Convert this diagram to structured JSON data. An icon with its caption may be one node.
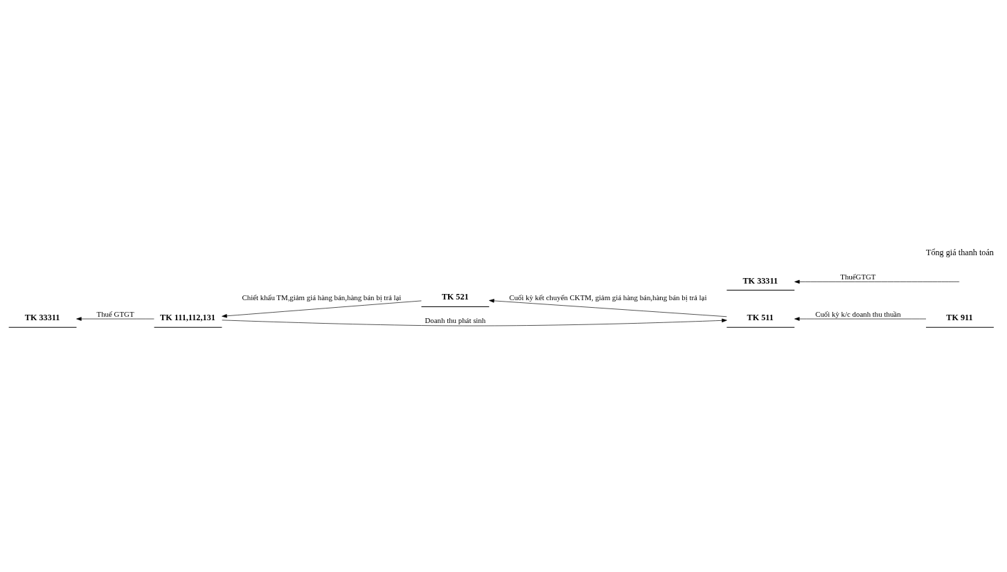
{
  "diagram": {
    "nodes": [
      {
        "text": [
          "TK 911"
        ]
      },
      {
        "text": [
          "TK 511"
        ]
      },
      {
        "text": [
          "TK 111,112,131"
        ]
      },
      {
        "text": [
          "TK 521"
        ]
      },
      {
        "text": [
          "TK 33311"
        ]
      },
      {
        "text": [
          "TK 33311"
        ]
      }
    ],
    "edges": [
      {
        "from": 0,
        "to": 1,
        "arrow": "to",
        "label": "Cuối kỳ k/c doanh thu thuần"
      },
      {
        "from": 2,
        "to": 1,
        "arrow": "to",
        "label": "Doanh thu phát sinh"
      },
      {
        "from": 2,
        "to": 4,
        "arrow": "to",
        "label": "Thuế GTGT"
      },
      {
        "from": 3,
        "to": 2,
        "arrow": "to",
        "label": "Chiết khấu TM,giảm giá hàng bán,hàng bán bị trả lại"
      },
      {
        "from": null,
        "to": 5,
        "arrow": "to",
        "label": "ThuếGTGT"
      },
      {
        "from": 1,
        "to": 3,
        "arrow": "to",
        "label": "Cuối kỳ kết chuyển CKTM, giảm giá hàng bán,hàng bán bị trả lại"
      }
    ],
    "labels": [
      "Tổng giá thanh toán"
    ]
  }
}
